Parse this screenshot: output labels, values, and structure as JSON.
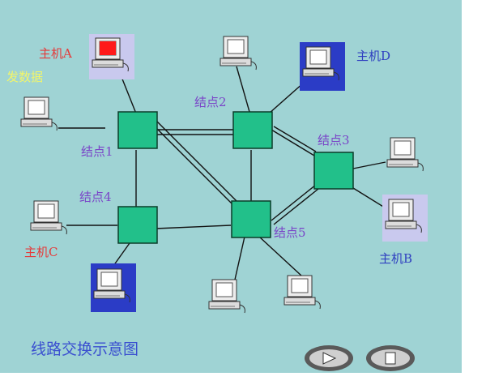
{
  "labels": {
    "host_a": "主机A",
    "send_data": "发数据",
    "host_b": "主机B",
    "host_c": "主机C",
    "host_d": "主机D",
    "node1": "结点1",
    "node2": "结点2",
    "node3": "结点3",
    "node4": "结点4",
    "node5": "结点5"
  },
  "title": "线路交换示意图",
  "colors": {
    "background": "#9fd3d4",
    "node_fill": "#22c08a",
    "node_label": "#7a45c8",
    "host_label_red": "#e53a3a",
    "host_label_blue": "#2f3fc0",
    "send_label": "#f2f56a",
    "title": "#3a4fd0"
  },
  "icons": {
    "computer": "computer-icon",
    "highlighted_computer": "computer-icon-highlighted",
    "play": "play-icon",
    "stop": "stop-icon"
  }
}
